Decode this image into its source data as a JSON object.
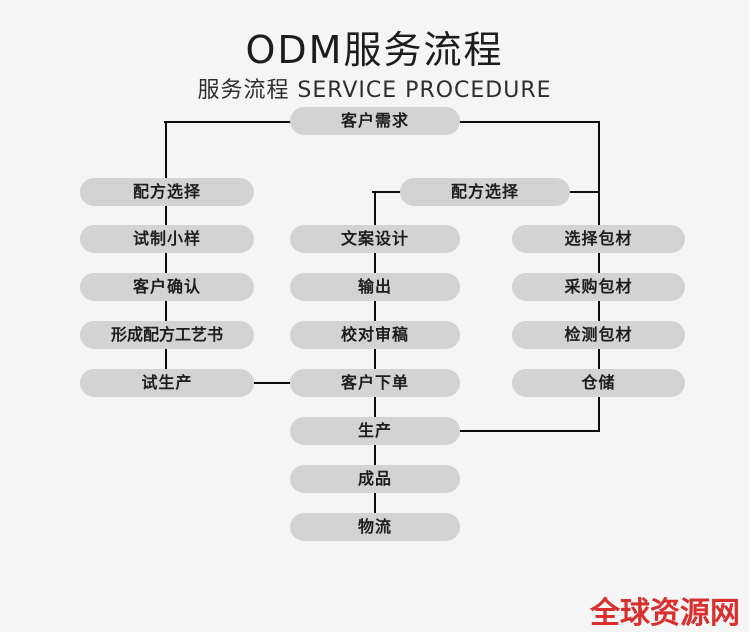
{
  "page": {
    "title": "ODM服务流程",
    "subtitle": "服务流程 SERVICE PROCEDURE",
    "watermark": "全球资源网"
  },
  "colors": {
    "background": "#f5f5f5",
    "box_fill": "#d3d3d3",
    "box_text": "#1d1d1d",
    "connector": "#0d0d0d",
    "title_text": "#1d1d1d",
    "subtitle_text": "#2e2e2e",
    "watermark_red": "#d8302f"
  },
  "flowchart": {
    "top_node": {
      "label": "客户需求"
    },
    "left_column": [
      "配方选择",
      "试制小样",
      "客户确认",
      "形成配方工艺书",
      "试生产"
    ],
    "middle_branch_node": {
      "label": "配方选择"
    },
    "middle_column": [
      "文案设计",
      "输出",
      "校对审稿",
      "客户下单",
      "生产",
      "成品",
      "物流"
    ],
    "right_column": [
      "选择包材",
      "采购包材",
      "检测包材",
      "仓储"
    ]
  }
}
